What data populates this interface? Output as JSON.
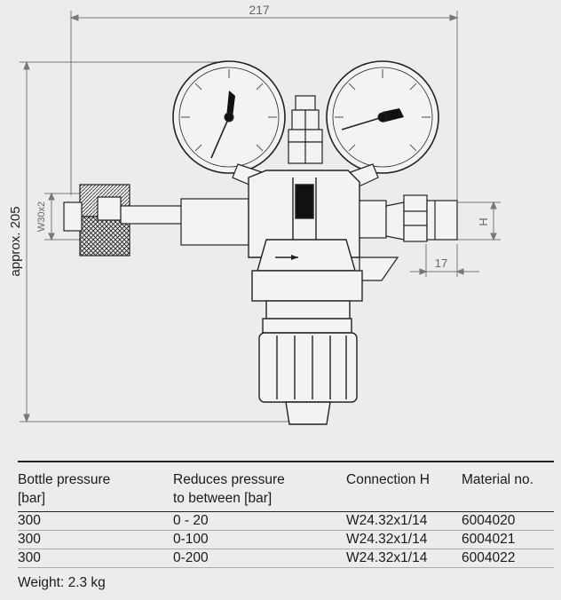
{
  "drawing": {
    "dim_width": "217",
    "dim_height": "approx. 205",
    "dim_inlet": "W30x2",
    "dim_outlet_label": "H",
    "dim_outlet_len": "17"
  },
  "table": {
    "headers": [
      {
        "line1": "Bottle pressure",
        "line2": "[bar]"
      },
      {
        "line1": "Reduces pressure",
        "line2": "to between [bar]"
      },
      {
        "line1": "Connection H",
        "line2": ""
      },
      {
        "line1": "Material no.",
        "line2": ""
      }
    ],
    "rows": [
      [
        "300",
        "0 - 20",
        "W24.32x1/14",
        "6004020"
      ],
      [
        "300",
        "0-100",
        "W24.32x1/14",
        "6004021"
      ],
      [
        "300",
        "0-200",
        "W24.32x1/14",
        "6004022"
      ]
    ]
  },
  "weight": "Weight: 2.3 kg"
}
